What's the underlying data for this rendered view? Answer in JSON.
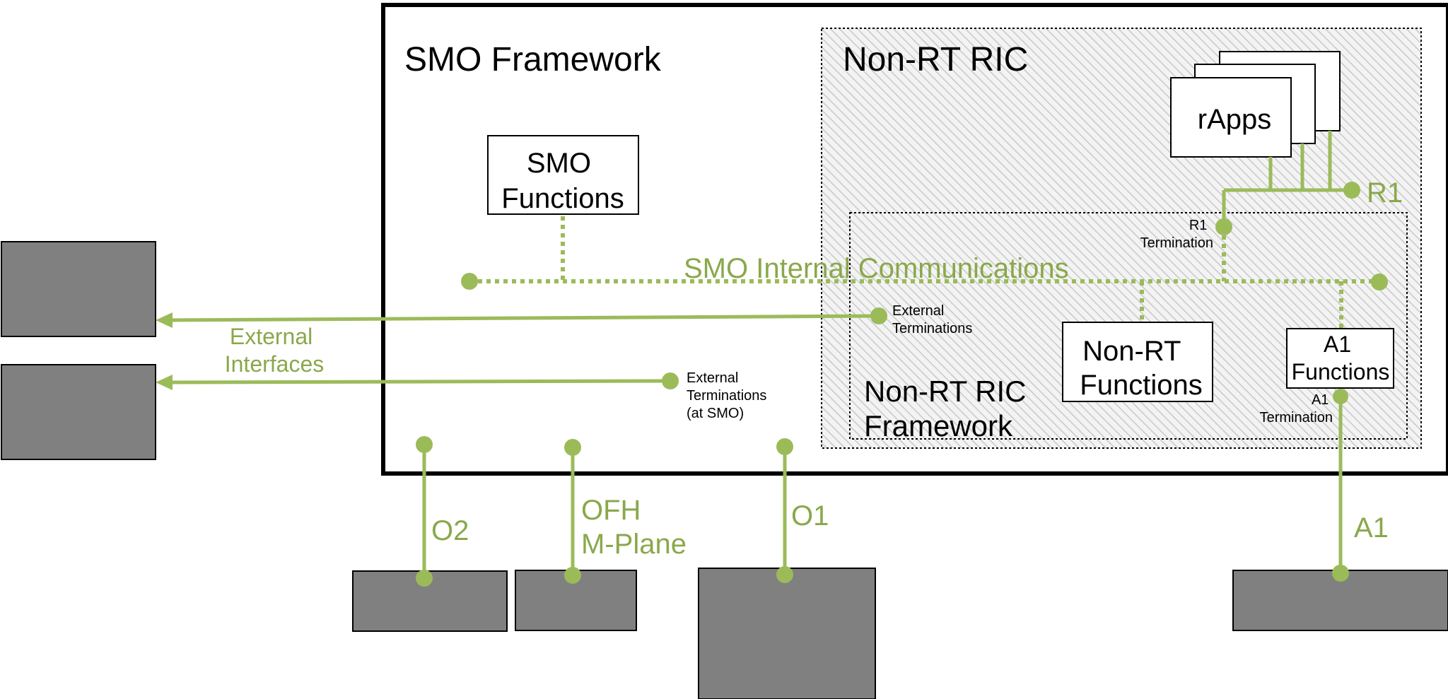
{
  "colors": {
    "interface_green": "#9bbb59",
    "interface_text_green": "#84a245",
    "external_box_gray": "#808080",
    "hatch_line": "#c8c8c8"
  },
  "smo": {
    "title": "SMO Framework",
    "functions_box": [
      "SMO",
      "Functions"
    ],
    "internal_comms_label": "SMO Internal Communications"
  },
  "non_rt_ric": {
    "title": "Non-RT RIC",
    "framework_label": [
      "Non-RT RIC",
      "Framework"
    ],
    "rapps_label": "rApps",
    "r1_label": "R1",
    "r1_termination": [
      "R1",
      "Termination"
    ],
    "non_rt_functions": [
      "Non-RT",
      "Functions"
    ],
    "a1_functions": [
      "A1",
      "Functions"
    ],
    "a1_termination": [
      "A1",
      "Termination"
    ],
    "external_terminations": [
      "External",
      "Terminations"
    ]
  },
  "external": {
    "interfaces_label": [
      "External",
      "Interfaces"
    ],
    "terminations_at_smo": [
      "External",
      "Terminations",
      "(at SMO)"
    ]
  },
  "interfaces": {
    "o2": "O2",
    "ofh": [
      "OFH",
      "M-Plane"
    ],
    "o1": "O1",
    "a1": "A1"
  }
}
